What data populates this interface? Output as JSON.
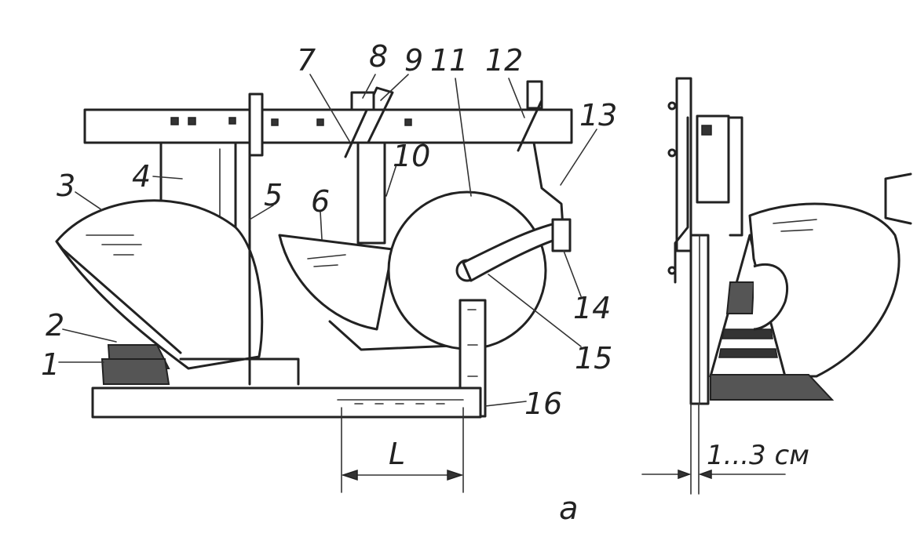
{
  "figure": {
    "part_labels": [
      "1",
      "2",
      "3",
      "4",
      "5",
      "6",
      "7",
      "8",
      "9",
      "11",
      "12",
      "13",
      "10",
      "14",
      "15",
      "16"
    ],
    "dimension_length": "L",
    "dimension_offset": "1...3 см",
    "subfigure_label": "a"
  },
  "colors": {
    "ink": "#222222",
    "hatch": "#555555",
    "background": "#ffffff"
  }
}
